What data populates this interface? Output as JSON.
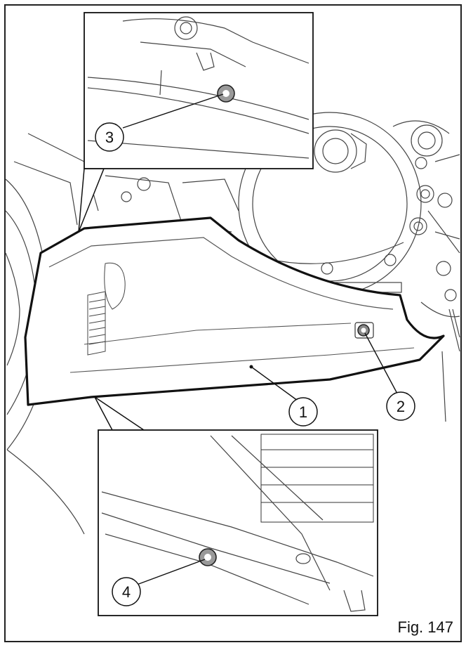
{
  "figure": {
    "caption": "Fig. 147",
    "callouts": [
      {
        "id": "1",
        "label": "1"
      },
      {
        "id": "2",
        "label": "2"
      },
      {
        "id": "3",
        "label": "3"
      },
      {
        "id": "4",
        "label": "4"
      }
    ]
  }
}
